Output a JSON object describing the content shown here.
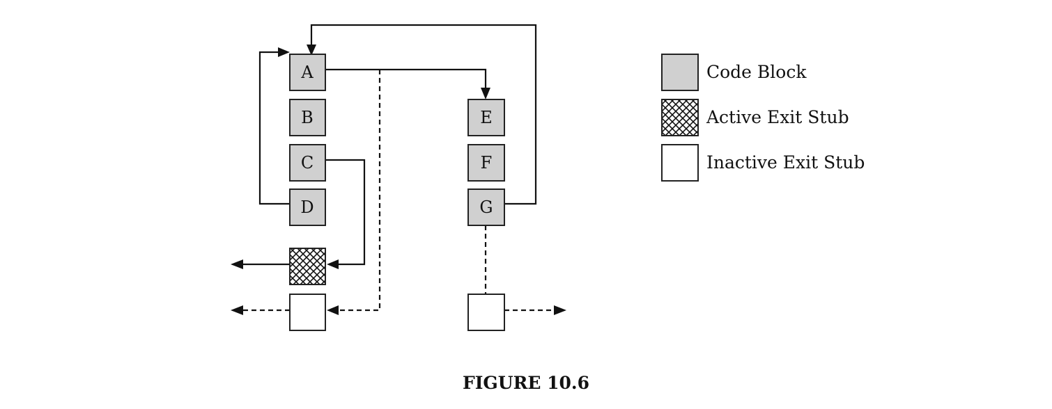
{
  "blocks": {
    "a": "A",
    "b": "B",
    "c": "C",
    "d": "D",
    "e": "E",
    "f": "F",
    "g": "G"
  },
  "legend": {
    "code_block": "Code Block",
    "active_exit_stub": "Active Exit Stub",
    "inactive_exit_stub": "Inactive Exit Stub"
  },
  "caption": "FIGURE 10.6",
  "colors": {
    "code_block_fill": "#d0d0d0",
    "line": "#111111",
    "background": "#ffffff"
  }
}
